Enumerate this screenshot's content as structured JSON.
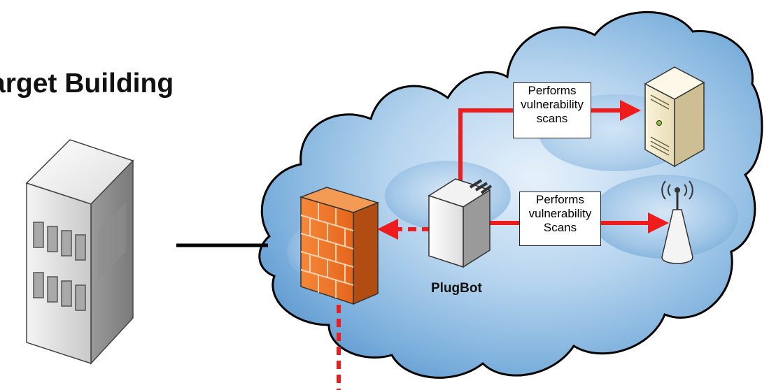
{
  "title": "arget Building",
  "labels": {
    "scan_server": [
      "Performs",
      "vulnerability",
      "scans"
    ],
    "scan_ap": [
      "Performs",
      "vulnerability",
      "Scans"
    ]
  },
  "device_label": "PlugBot",
  "icons": {
    "building": "office-building-icon",
    "firewall": "brick-firewall-icon",
    "plugbot": "plug-device-icon",
    "server": "tower-server-icon",
    "access_point": "wireless-access-point-icon"
  },
  "colors": {
    "arrow": "#ee1c1c",
    "cloud_edge": "#2d7fc4",
    "firewall": "#f07b2a",
    "connector": "#000000"
  }
}
